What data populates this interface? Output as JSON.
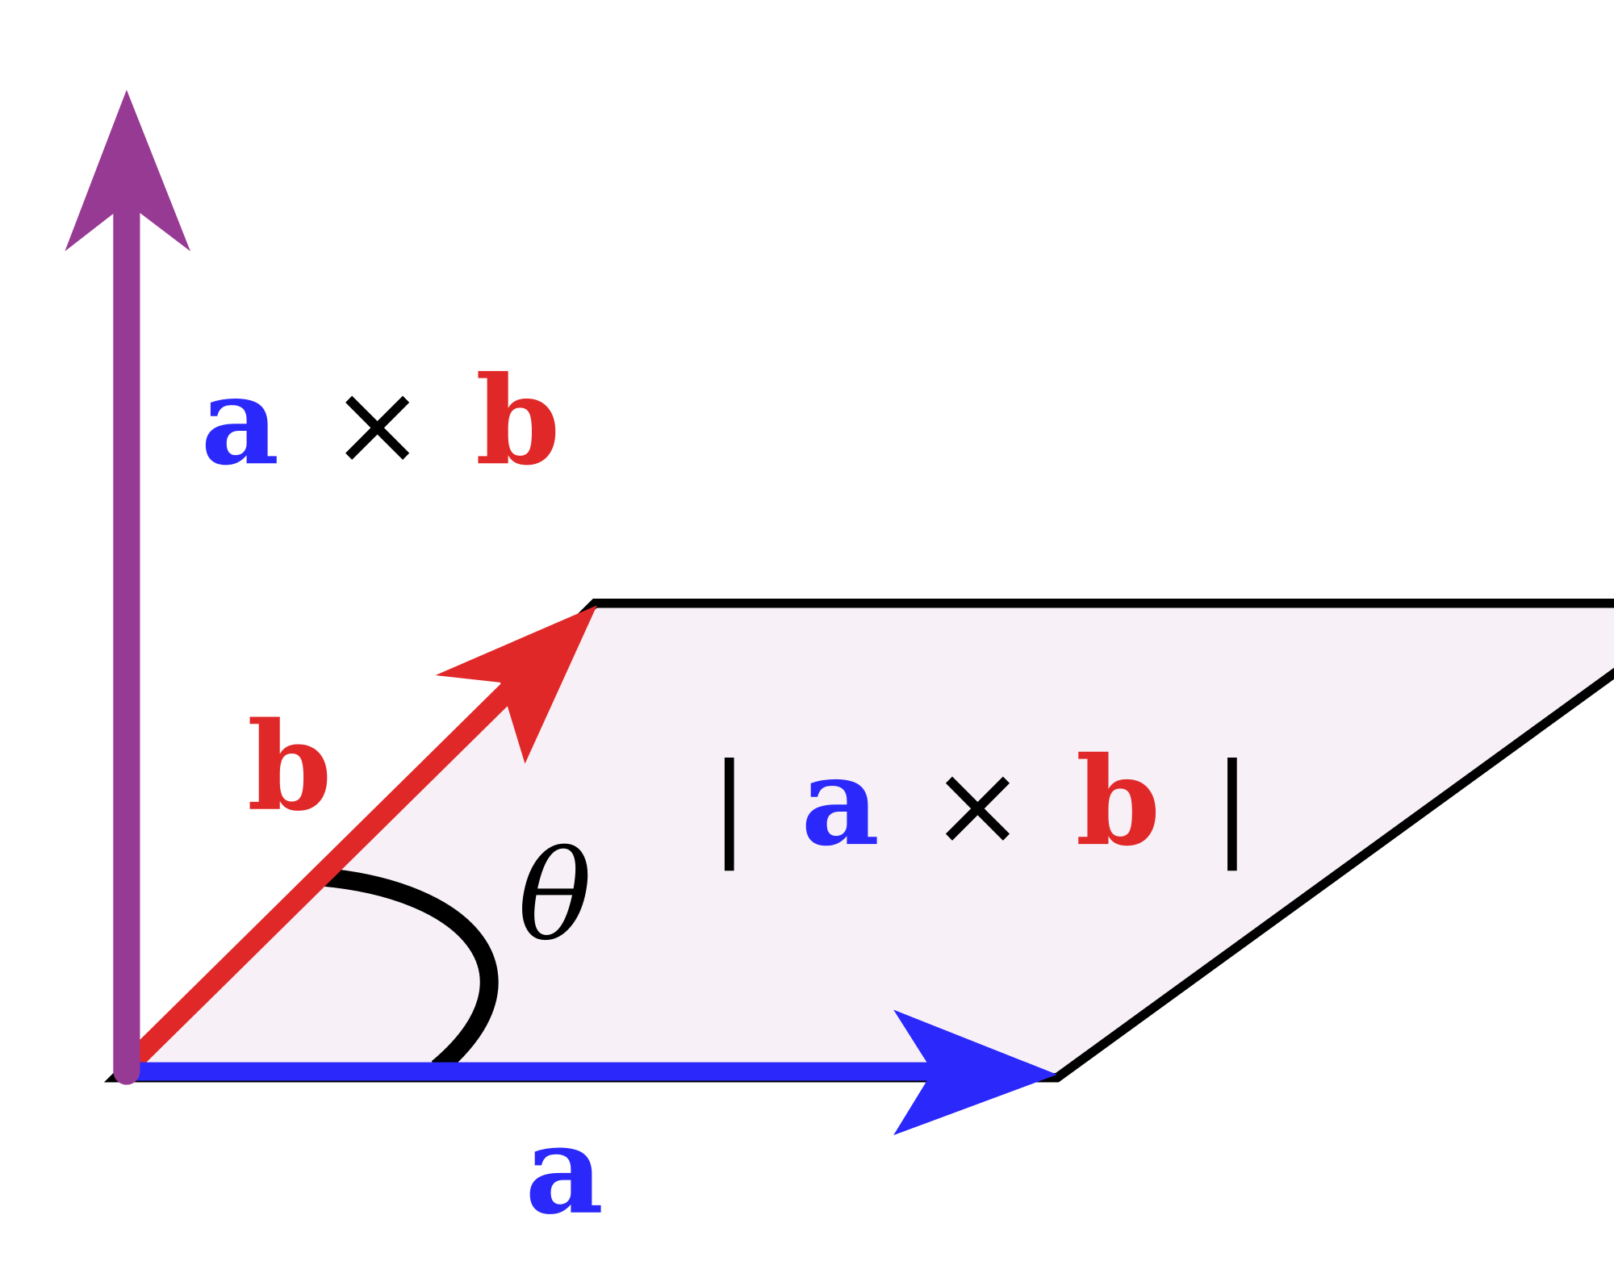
{
  "colors": {
    "a": "#2b28fb",
    "b": "#e02828",
    "cross": "#973a94",
    "plane_fill": "#f7f0f7",
    "outline": "#000000"
  },
  "labels": {
    "cross_label": {
      "a": "a",
      "op": "×",
      "b": "b"
    },
    "b_label": "b",
    "theta": "θ",
    "magnitude": {
      "bar_left": "|",
      "a": "a",
      "op": "×",
      "b": "b",
      "bar_right": "|"
    },
    "a_label": "a"
  }
}
